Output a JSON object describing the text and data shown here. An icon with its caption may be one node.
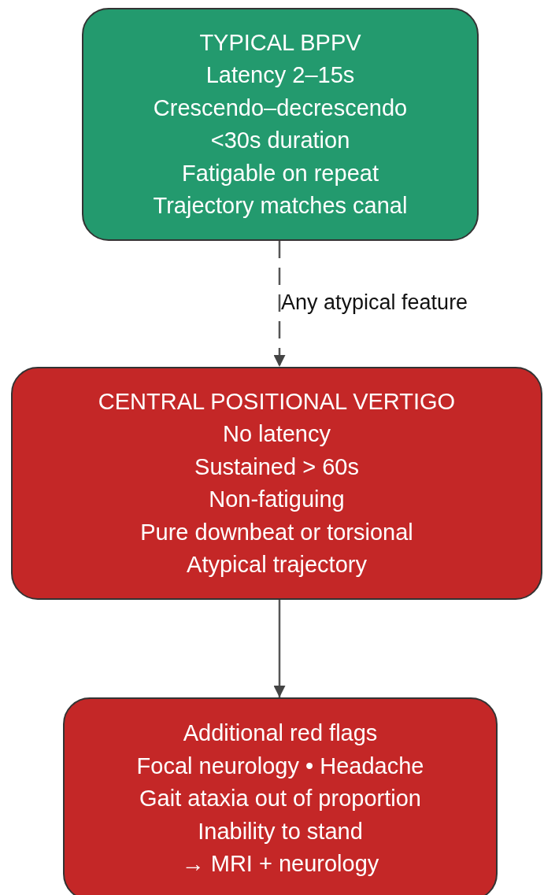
{
  "diagram": {
    "nodes": [
      {
        "text": [
          "TYPICAL BPPV",
          "Latency 2–15s",
          "Crescendo–decrescendo",
          "<30s duration",
          "Fatigable on repeat",
          "Trajectory matches canal"
        ]
      },
      {
        "text": [
          "CENTRAL POSITIONAL VERTIGO",
          "No latency",
          "Sustained > 60s",
          "Non-fatiguing",
          "Pure downbeat or torsional",
          "Atypical trajectory"
        ]
      },
      {
        "text": [
          "Additional red flags",
          "Focal neurology • Headache",
          "Gait ataxia out of proportion",
          "Inability to stand",
          "→ MRI + neurology"
        ]
      }
    ],
    "edges": [
      {
        "from": 0,
        "to": 1,
        "arrow": "to",
        "label": "Any atypical feature",
        "style": "dashed"
      },
      {
        "from": 1,
        "to": 2,
        "arrow": "to"
      }
    ]
  }
}
